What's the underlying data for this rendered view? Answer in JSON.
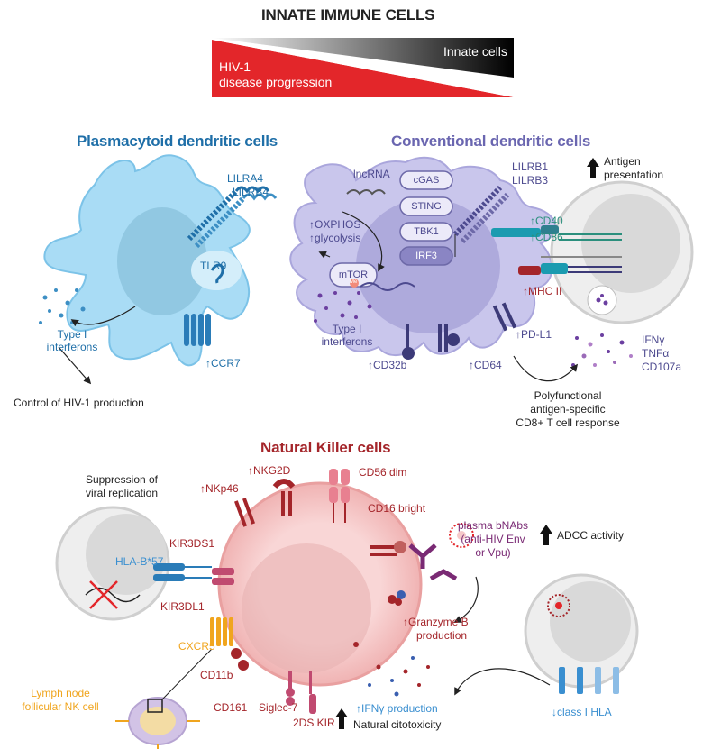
{
  "header": {
    "title": "INNATE IMMUNE CELLS",
    "innate_cells": "Innate cells",
    "hiv_line1": "HIV-1",
    "hiv_line2": "disease progression"
  },
  "pdc": {
    "title": "Plasmacytoid dendritic cells",
    "lilra4": "LILRA4",
    "lilrb4": "LILRB4",
    "tlr9": "TLR9",
    "ccr7": "↑CCR7",
    "ifn_line1": "Type I",
    "ifn_line2": "interferons",
    "control": "Control of HIV-1 production"
  },
  "cdc": {
    "title": "Conventional dendritic cells",
    "lncrna": "lncRNA",
    "cgas": "cGAS",
    "sting": "STING",
    "tbk1": "TBK1",
    "irf3": "IRF3",
    "mtor": "mTOR",
    "me": "Me",
    "oxphos": "↑OXPHOS",
    "glycolysis": "↑glycolysis",
    "lilrb1": "LILRB1",
    "lilrb3": "LILRB3",
    "antigen1": "Antigen",
    "antigen2": "presentation",
    "cd40": "↑CD40",
    "cd86": "↑CD86",
    "mhc2": "↑MHC II",
    "pdl1": "↑PD-L1",
    "cd32b": "↑CD32b",
    "cd64": "↑CD64",
    "ifn_line1": "Type I",
    "ifn_line2": "interferons",
    "ifng": "IFNγ",
    "tnfa": "TNFα",
    "cd107a": "CD107a",
    "poly1": "Polyfunctional",
    "poly2": "antigen-specific",
    "poly3": "CD8+ T cell response"
  },
  "nk": {
    "title": "Natural Killer cells",
    "suppression1": "Suppression of",
    "suppression2": "viral replication",
    "hla_b57": "HLA-B*57",
    "kir3ds1": "KIR3DS1",
    "kir3dl1": "KIR3DL1",
    "nkp46": "↑NKp46",
    "nkg2d": "↑NKG2D",
    "cd56": "CD56 dim",
    "cd16": "CD16 bright",
    "plasma1": "plasma bNAbs",
    "plasma2": "(anti-HIV Env",
    "plasma3": "or Vpu)",
    "adcc": "ADCC activity",
    "granzyme1": "↑Granzyme B",
    "granzyme2": "production",
    "cxcr5": "CXCR5",
    "lymph1": "Lymph node",
    "lymph2": "follicular NK cell",
    "cd11b": "CD11b",
    "cd161": "CD161",
    "siglec": "Siglec-7",
    "kir2ds": "2DS KIR",
    "ifng_prod": "↑IFNγ production",
    "cytotox": "Natural citotoxicity",
    "class1": "↓class I HLA"
  },
  "colors": {
    "pdc": "#1f6fa8",
    "cdc": "#4d4a8f",
    "nk": "#a4252a",
    "red": "#e3262a",
    "orange": "#f0a51e"
  }
}
